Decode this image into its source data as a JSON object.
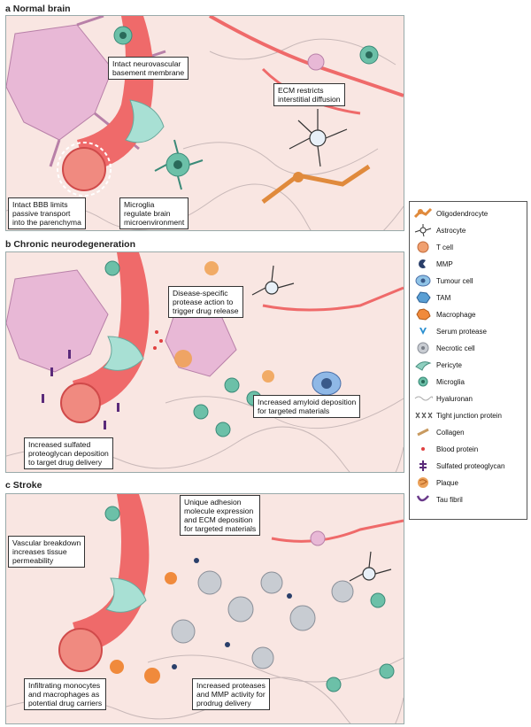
{
  "panels": [
    {
      "title": "a  Normal brain",
      "callouts": [
        "Intact neurovascular\nbasement membrane",
        "ECM restricts\ninterstitial diffusion",
        "Intact BBB limits\npassive transport\ninto the parenchyma",
        "Microglia\nregulate brain\nmicroenvironment"
      ]
    },
    {
      "title": "b  Chronic neurodegeneration",
      "callouts": [
        "Disease-specific\nprotease action to\ntrigger drug release",
        "Increased amyloid deposition\nfor targeted materials",
        "Increased sulfated\nproteoglycan deposition\nto target drug delivery"
      ]
    },
    {
      "title": "c  Stroke",
      "callouts": [
        "Unique adhesion\nmolecule expression\nand ECM deposition\nfor targeted materials",
        "Vascular breakdown\nincreases tissue\npermeability",
        "Infiltrating monocytes\nand macrophages as\npotential drug carriers",
        "Increased proteases\nand MMP activity for\nprodrug delivery"
      ]
    }
  ],
  "legend": [
    {
      "label": "Oligodendrocyte",
      "icon": "oligodendrocyte-icon",
      "color": "#e08a3c"
    },
    {
      "label": "Astrocyte",
      "icon": "astrocyte-icon",
      "color": "#333333"
    },
    {
      "label": "T cell",
      "icon": "t-cell-icon",
      "color": "#f0a070"
    },
    {
      "label": "MMP",
      "icon": "mmp-icon",
      "color": "#2a3f6a"
    },
    {
      "label": "Tumour cell",
      "icon": "tumour-cell-icon",
      "color": "#8fc3e6"
    },
    {
      "label": "TAM",
      "icon": "tam-icon",
      "color": "#5a9fd4"
    },
    {
      "label": "Macrophage",
      "icon": "macrophage-icon",
      "color": "#f08a3c"
    },
    {
      "label": "Serum protease",
      "icon": "serum-protease-icon",
      "color": "#2a8fd0"
    },
    {
      "label": "Necrotic cell",
      "icon": "necrotic-cell-icon",
      "color": "#c8ccd2"
    },
    {
      "label": "Pericyte",
      "icon": "pericyte-icon",
      "color": "#8fd0c0"
    },
    {
      "label": "Microglia",
      "icon": "microglia-icon",
      "color": "#6cc0a8"
    },
    {
      "label": "Hyaluronan",
      "icon": "hyaluronan-icon",
      "color": "#aaaaaa"
    },
    {
      "label": "Tight junction protein",
      "icon": "tight-junction-icon",
      "color": "#555555"
    },
    {
      "label": "Collagen",
      "icon": "collagen-icon",
      "color": "#c89a60"
    },
    {
      "label": "Blood protein",
      "icon": "blood-protein-icon",
      "color": "#e04040"
    },
    {
      "label": "Sulfated proteoglycan",
      "icon": "sulfated-proteoglycan-icon",
      "color": "#5a2a7a"
    },
    {
      "label": "Plaque",
      "icon": "plaque-icon",
      "color": "#e8903c"
    },
    {
      "label": "Tau fibril",
      "icon": "tau-fibril-icon",
      "color": "#6a3a8a"
    }
  ],
  "colors": {
    "background": "#f9e6e2",
    "vessel": "#ef6a6a",
    "neuron": "#e8b8d6",
    "pericyte": "#a8e0d4",
    "microglia": "#6cc0a8"
  }
}
